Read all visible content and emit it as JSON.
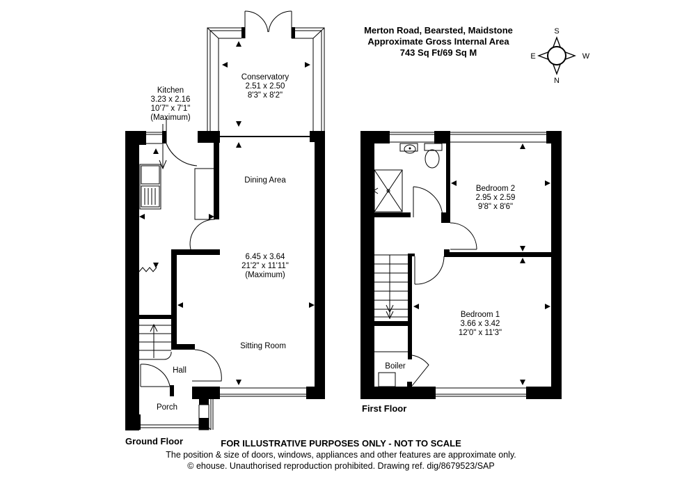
{
  "header": {
    "address": "Merton Road, Bearsted, Maidstone",
    "area_title": "Approximate Gross Internal Area",
    "area_value": "743 Sq Ft/69 Sq M"
  },
  "compass": {
    "top": "S",
    "bottom": "N",
    "left": "E",
    "right": "W",
    "icon": "compass-rose-icon"
  },
  "ground_floor": {
    "label": "Ground Floor",
    "rooms": {
      "conservatory": {
        "name": "Conservatory",
        "metric": "2.51 x 2.50",
        "imperial": "8'3\" x 8'2\""
      },
      "kitchen": {
        "name": "Kitchen",
        "metric": "3.23 x 2.16",
        "imperial": "10'7\" x 7'1\"",
        "note": "(Maximum)"
      },
      "dining": {
        "name": "Dining Area"
      },
      "living": {
        "metric": "6.45 x 3.64",
        "imperial": "21'2\" x 11'11\"",
        "note": "(Maximum)"
      },
      "sitting": {
        "name": "Sitting Room"
      },
      "hall": {
        "name": "Hall"
      },
      "porch": {
        "name": "Porch"
      }
    }
  },
  "first_floor": {
    "label": "First Floor",
    "rooms": {
      "bedroom2": {
        "name": "Bedroom 2",
        "metric": "2.95 x 2.59",
        "imperial": "9'8\" x 8'6\""
      },
      "bedroom1": {
        "name": "Bedroom 1",
        "metric": "3.66 x 3.42",
        "imperial": "12'0\" x 11'3\""
      },
      "boiler": {
        "name": "Boiler"
      }
    }
  },
  "footer": {
    "disclaimer": "FOR ILLUSTRATIVE PURPOSES ONLY - NOT TO SCALE",
    "note": "The position & size of doors, windows, appliances and other features are approximate only.",
    "copyright": "© ehouse. Unauthorised reproduction prohibited. Drawing ref. dig/8679523/SAP"
  },
  "colors": {
    "wall": "#000000",
    "background": "#ffffff",
    "window_line": "#555555"
  }
}
